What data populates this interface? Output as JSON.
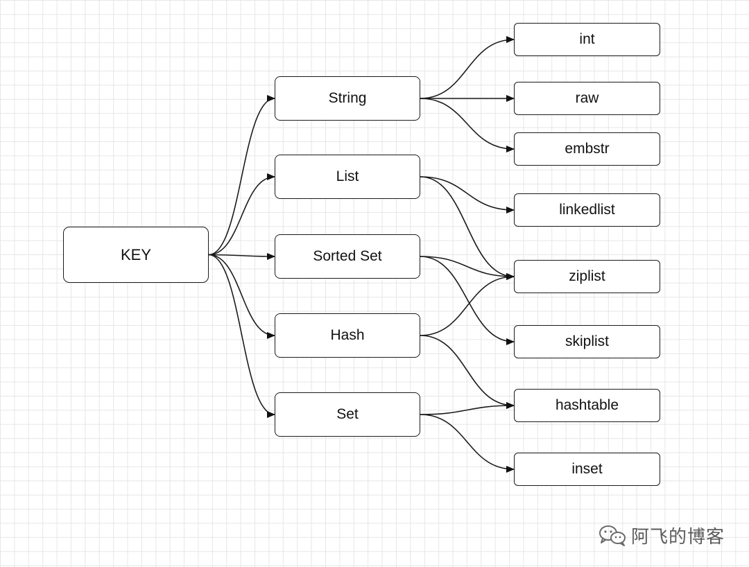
{
  "root": {
    "id": "key",
    "label": "KEY"
  },
  "types": [
    {
      "id": "string",
      "label": "String"
    },
    {
      "id": "list",
      "label": "List"
    },
    {
      "id": "sorted-set",
      "label": "Sorted Set"
    },
    {
      "id": "hash",
      "label": "Hash"
    },
    {
      "id": "set",
      "label": "Set"
    }
  ],
  "encodings": [
    {
      "id": "int",
      "label": "int"
    },
    {
      "id": "raw",
      "label": "raw"
    },
    {
      "id": "embstr",
      "label": "embstr"
    },
    {
      "id": "linkedlist",
      "label": "linkedlist"
    },
    {
      "id": "ziplist",
      "label": "ziplist"
    },
    {
      "id": "skiplist",
      "label": "skiplist"
    },
    {
      "id": "hashtable",
      "label": "hashtable"
    },
    {
      "id": "inset",
      "label": "inset"
    }
  ],
  "edges": [
    [
      "key",
      "string"
    ],
    [
      "key",
      "list"
    ],
    [
      "key",
      "sorted-set"
    ],
    [
      "key",
      "hash"
    ],
    [
      "key",
      "set"
    ],
    [
      "string",
      "int"
    ],
    [
      "string",
      "raw"
    ],
    [
      "string",
      "embstr"
    ],
    [
      "list",
      "linkedlist"
    ],
    [
      "list",
      "ziplist"
    ],
    [
      "sorted-set",
      "ziplist"
    ],
    [
      "sorted-set",
      "skiplist"
    ],
    [
      "hash",
      "ziplist"
    ],
    [
      "hash",
      "hashtable"
    ],
    [
      "set",
      "hashtable"
    ],
    [
      "set",
      "inset"
    ]
  ],
  "watermark": {
    "text": "阿飞的博客"
  },
  "colors": {
    "stroke": "#1a1a1a",
    "text": "#111111",
    "grid": "#e6e6e6",
    "background": "#ffffff"
  }
}
